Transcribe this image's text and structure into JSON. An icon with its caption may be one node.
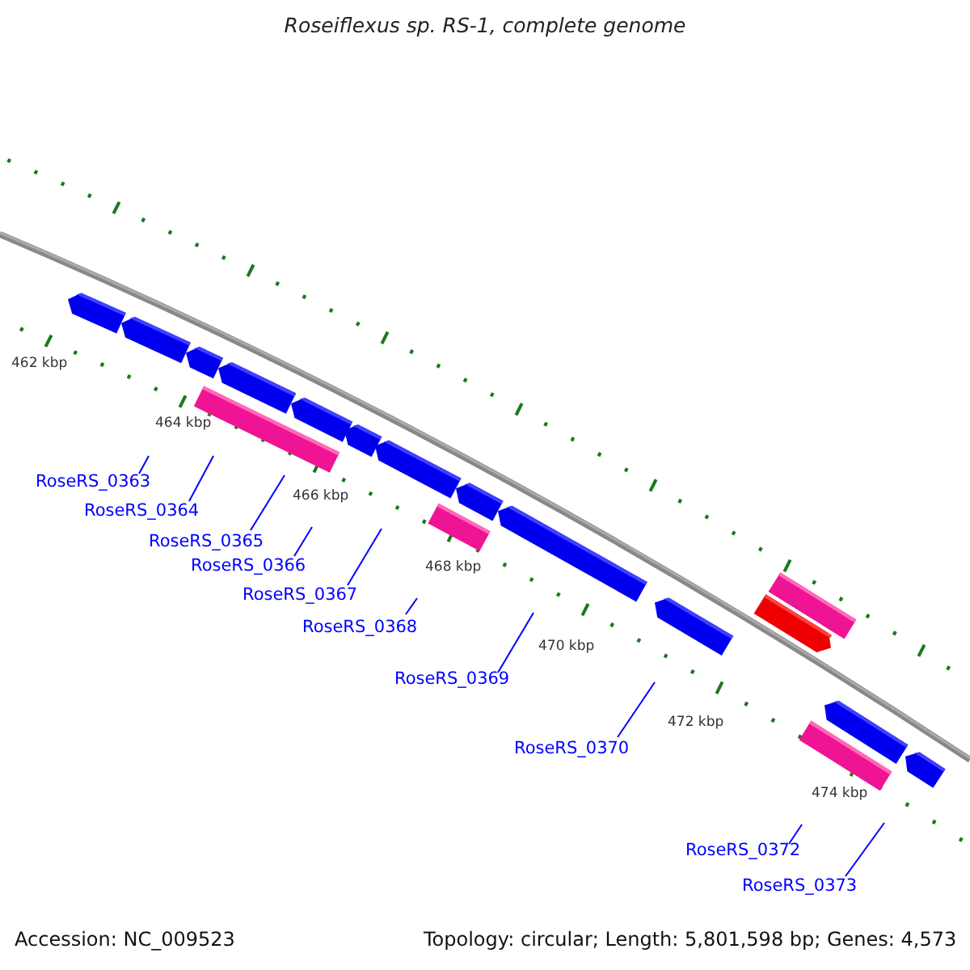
{
  "diagram": {
    "title": "Roseiflexus sp. RS-1, complete genome",
    "nodes": [
      {
        "text": [
          "RoseRS_0363"
        ]
      },
      {
        "text": [
          "RoseRS_0364"
        ]
      },
      {
        "text": [
          "RoseRS_0365"
        ]
      },
      {
        "text": [
          "RoseRS_0366"
        ]
      },
      {
        "text": [
          "RoseRS_0367"
        ]
      },
      {
        "text": [
          "RoseRS_0368"
        ]
      },
      {
        "text": [
          "RoseRS_0369"
        ]
      },
      {
        "text": [
          "RoseRS_0370"
        ]
      },
      {
        "text": [
          "RoseRS_0372"
        ]
      },
      {
        "text": [
          "RoseRS_0373"
        ]
      }
    ],
    "edges": [
      {
        "from": 0,
        "to": null,
        "arrow": "none"
      },
      {
        "from": 1,
        "to": null,
        "arrow": "none"
      },
      {
        "from": 2,
        "to": null,
        "arrow": "none"
      },
      {
        "from": 3,
        "to": null,
        "arrow": "none"
      },
      {
        "from": 4,
        "to": null,
        "arrow": "none"
      },
      {
        "from": 5,
        "to": null,
        "arrow": "none"
      },
      {
        "from": 6,
        "to": null,
        "arrow": "none"
      },
      {
        "from": 7,
        "to": null,
        "arrow": "none"
      },
      {
        "from": 8,
        "to": null,
        "arrow": "none"
      },
      {
        "from": 9,
        "to": null,
        "arrow": "none"
      }
    ],
    "labels": [
      "462 kbp",
      "464 kbp",
      "466 kbp",
      "468 kbp",
      "470 kbp",
      "472 kbp",
      "474 kbp",
      "Accession: NC_009523",
      "Topology: circular; Length: 5,801,598 bp; Genes: 4,573"
    ]
  }
}
